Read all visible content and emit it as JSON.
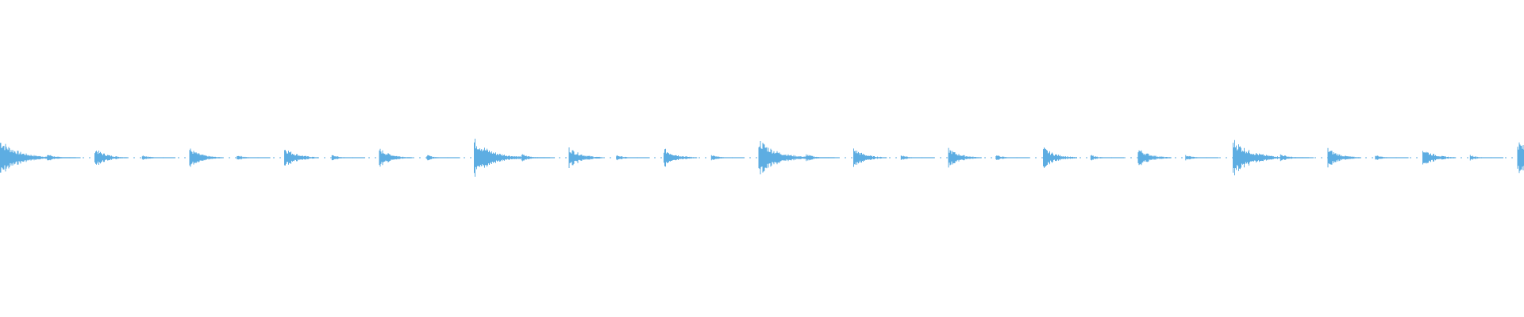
{
  "waveform": {
    "color": "#5dade2",
    "peaks": [
      {
        "beat": 0,
        "level": 1.0
      },
      {
        "beat": 0.5,
        "level": 0.2
      },
      {
        "beat": 1,
        "level": 0.5
      },
      {
        "beat": 1.5,
        "level": 0.15
      },
      {
        "beat": 2,
        "level": 0.5
      },
      {
        "beat": 2.5,
        "level": 0.15
      },
      {
        "beat": 3,
        "level": 0.55
      },
      {
        "beat": 3.5,
        "level": 0.15
      },
      {
        "beat": 4,
        "level": 0.5
      },
      {
        "beat": 4.5,
        "level": 0.15
      },
      {
        "beat": 5,
        "level": 1.0
      },
      {
        "beat": 5.5,
        "level": 0.2
      },
      {
        "beat": 6,
        "level": 0.55
      },
      {
        "beat": 6.5,
        "level": 0.15
      },
      {
        "beat": 7,
        "level": 0.5
      },
      {
        "beat": 7.5,
        "level": 0.15
      },
      {
        "beat": 8,
        "level": 1.0
      },
      {
        "beat": 8.5,
        "level": 0.2
      },
      {
        "beat": 9,
        "level": 0.5
      },
      {
        "beat": 9.5,
        "level": 0.15
      },
      {
        "beat": 10,
        "level": 0.5
      },
      {
        "beat": 10.5,
        "level": 0.15
      },
      {
        "beat": 11,
        "level": 0.55
      },
      {
        "beat": 11.5,
        "level": 0.15
      },
      {
        "beat": 12,
        "level": 0.5
      },
      {
        "beat": 12.5,
        "level": 0.15
      },
      {
        "beat": 13,
        "level": 1.0
      },
      {
        "beat": 13.5,
        "level": 0.2
      },
      {
        "beat": 14,
        "level": 0.5
      },
      {
        "beat": 14.5,
        "level": 0.15
      },
      {
        "beat": 15,
        "level": 0.5
      },
      {
        "beat": 15.5,
        "level": 0.15
      },
      {
        "beat": 16,
        "level": 0.9
      }
    ]
  }
}
